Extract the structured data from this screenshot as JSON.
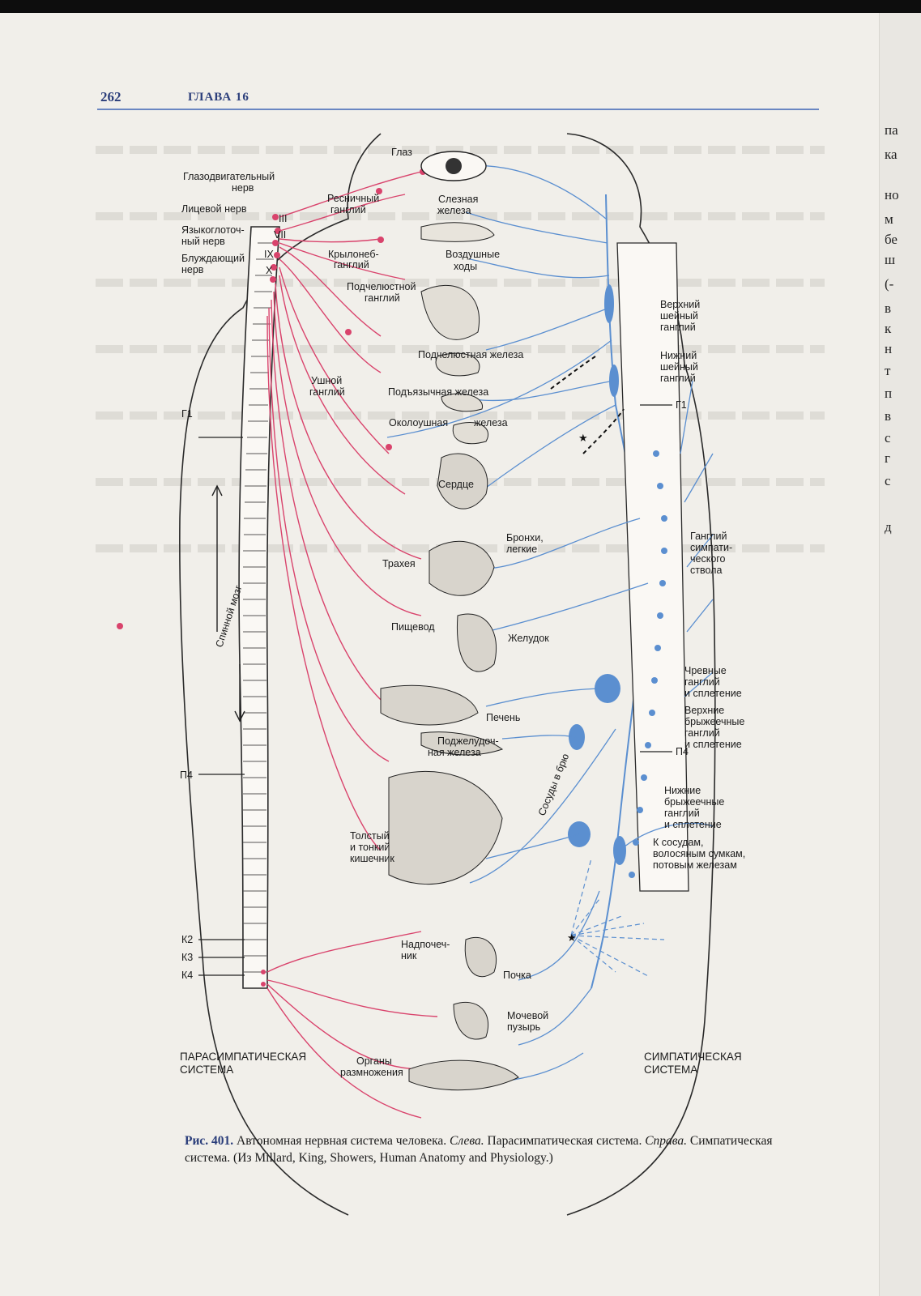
{
  "header": {
    "page_number": "262",
    "chapter": "ГЛАВА 16"
  },
  "sides": {
    "left_title": [
      "ПАРАСИМПАТИЧЕСКАЯ",
      "СИСТЕМА"
    ],
    "right_title": [
      "СИМПАТИЧЕСКАЯ",
      "СИСТЕМА"
    ]
  },
  "colors": {
    "parasympathetic": "#d9436c",
    "sympathetic": "#5b8fd0",
    "heading": "#2a3d7a"
  },
  "labels": {
    "eye": "Глаз",
    "oculomotor": [
      "Глазодвигательный",
      "нерв"
    ],
    "ciliary": [
      "Ресничный",
      "ганглий"
    ],
    "facial": "Лицевой нерв",
    "lacrimal": [
      "Слезная",
      "железа"
    ],
    "glossopharyngeal": [
      "Языкоглоточ-",
      "ный нерв"
    ],
    "vagus": [
      "Блуждающий",
      "нерв"
    ],
    "pterygopalatine": [
      "Крылонеб-",
      "ганглий"
    ],
    "airways": [
      "Воздушные",
      "ходы"
    ],
    "submandibular_ganglion": [
      "Подчелюстной",
      "ганглий"
    ],
    "superior_cervical": [
      "Верхний",
      "шейный",
      "ганглий"
    ],
    "submandibular_gland": "Подчелюстная железа",
    "inferior_cervical": [
      "Нижний",
      "шейный",
      "ганглий"
    ],
    "otic": [
      "Ушной",
      "ганглий"
    ],
    "sublingual": "Подъязычная железа",
    "parotid": [
      "Околоушная",
      "железа"
    ],
    "heart": "Сердце",
    "bronchi": [
      "Бронхи,",
      "легкие"
    ],
    "trachea": "Трахея",
    "chain_ganglion": [
      "Ганглий",
      "симпати-",
      "ческого",
      "ствола"
    ],
    "spinal_cord": "Спинной мозг",
    "esophagus": "Пищевод",
    "stomach": "Желудок",
    "celiac": [
      "Чревные",
      "ганглий",
      "и сплетение"
    ],
    "sup_mesenteric": [
      "Верхние",
      "брыжеечные",
      "ганглий",
      "и сплетение"
    ],
    "liver": "Печень",
    "pancreas": [
      "Поджелудоч-",
      "ная железа"
    ],
    "vessels": "Сосуды в брю",
    "inf_mesenteric": [
      "Нижние",
      "брыжеечные",
      "ганглий",
      "и сплетение"
    ],
    "intestine": [
      "Толстый",
      "и тонкий",
      "кишечник"
    ],
    "vessels_hair": [
      "К сосудам,",
      "волосяным сумкам,",
      "потовым железам"
    ],
    "adrenal": [
      "Надпочеч-",
      "ник"
    ],
    "kidney": "Почка",
    "bladder": [
      "Мочевой",
      "пузырь"
    ],
    "genitals": [
      "Органы",
      "размножения"
    ],
    "g1_left": "Г1",
    "g1_right": "Г1",
    "p4_left": "П4",
    "p4_right": "П4",
    "k2": "К2",
    "k3": "К3",
    "k4": "К4",
    "cranial": [
      "III",
      "VII",
      "IX",
      "X"
    ]
  },
  "caption": {
    "fig": "Рис. 401.",
    "title": " Автономная нервная система человека. ",
    "left_word": "Слева.",
    "left_text": " Парасимпатическая система. ",
    "right_word": "Справа.",
    "right_text": " Симпатическая система. (Из Millard, King, Showers, Human Anatomy and Physiology.)"
  },
  "right_margin_letters": [
    "па",
    "ка",
    "но",
    "м",
    "бе",
    "ш",
    "(-",
    "в",
    "к",
    "н",
    "т",
    "п",
    "в",
    "с",
    "г",
    "с",
    "д"
  ]
}
